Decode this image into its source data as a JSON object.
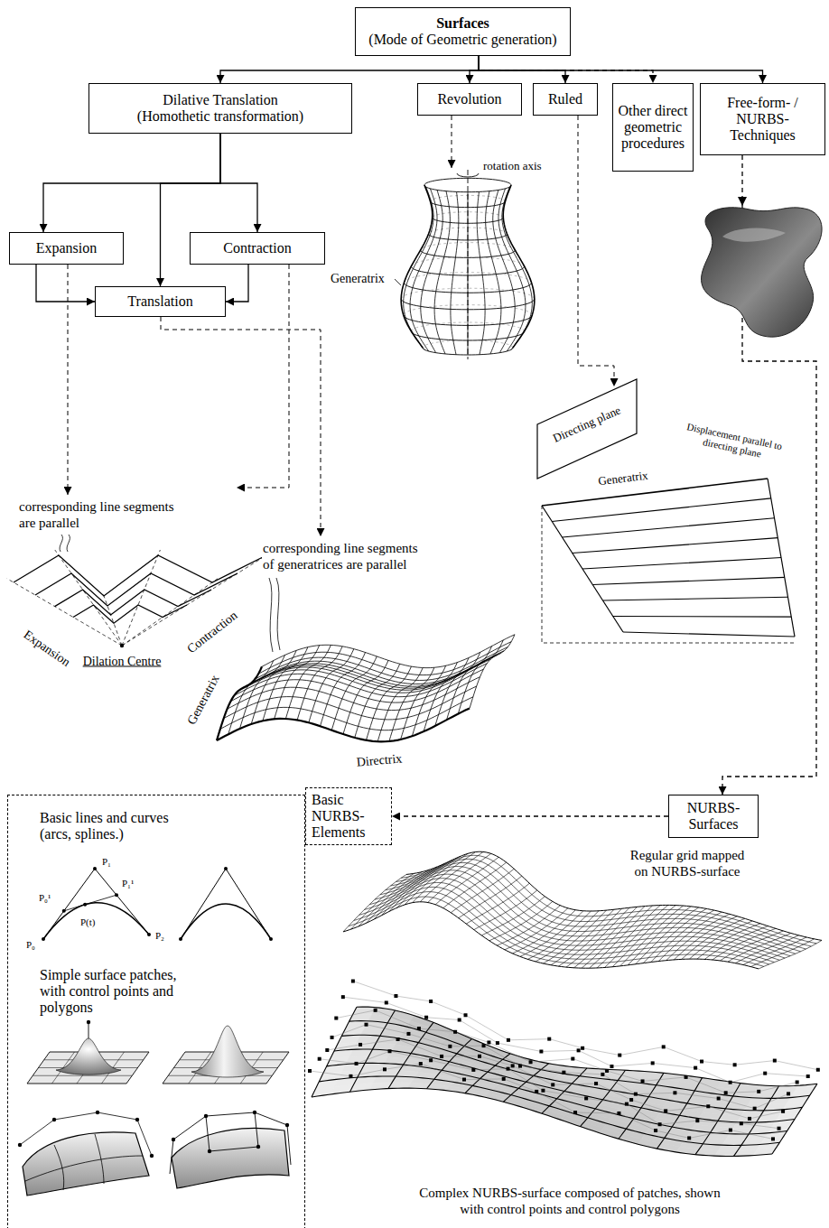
{
  "diagram": {
    "nodes": [
      {
        "text": [
          "Surfaces",
          "(Mode of Geometric generation)"
        ]
      },
      {
        "text": [
          "Dilative Translation (Homothetic transformation)"
        ]
      },
      {
        "text": [
          "Revolution"
        ]
      },
      {
        "text": [
          "Ruled"
        ]
      },
      {
        "text": [
          "Other direct geometric procedures"
        ]
      },
      {
        "text": [
          "Free-form- / NURBS- Techniques"
        ]
      },
      {
        "text": [
          "Expansion"
        ]
      },
      {
        "text": [
          "Contraction"
        ]
      },
      {
        "text": [
          "Translation"
        ]
      },
      {
        "text": [
          "NURBS- Surfaces"
        ]
      },
      {
        "text": [
          "Basic NURBS- Elements"
        ]
      },
      {
        "text": [
          "Basic lines and curves (arcs, splines.)",
          "Simple surface patches, with control points and polygons"
        ]
      }
    ],
    "edges": [
      {
        "from": 0,
        "to": 1,
        "arrow": "to"
      },
      {
        "from": 0,
        "to": 2,
        "arrow": "to"
      },
      {
        "from": 0,
        "to": 3,
        "arrow": "to"
      },
      {
        "from": 0,
        "to": 4,
        "arrow": "to"
      },
      {
        "from": 0,
        "to": 5,
        "arrow": "to"
      },
      {
        "from": 1,
        "to": 6,
        "arrow": "to"
      },
      {
        "from": 1,
        "to": 7,
        "arrow": "to"
      },
      {
        "from": 1,
        "to": 8,
        "arrow": "to"
      },
      {
        "from": 6,
        "to": 8,
        "arrow": "to"
      },
      {
        "from": 7,
        "to": 8,
        "arrow": "to"
      },
      {
        "from": 5,
        "to": 9,
        "arrow": "to"
      },
      {
        "from": 9,
        "to": 10,
        "arrow": "to"
      }
    ],
    "labels": [
      "rotation axis",
      "Generatrix",
      "corresponding line segments are parallel",
      "Expansion",
      "Contraction",
      "Dilation Centre",
      "corresponding line segments of generatrices are parallel",
      "Generatrix",
      "Directrix",
      "Directing plane",
      "Generatrix",
      "Displacement parallel to directing plane",
      "Regular grid mapped on NURBS-surface",
      "Complex NURBS-surface composed of patches, shown with control points and control polygons",
      "P₁",
      "P₁¹",
      "P(t)",
      "P₀¹",
      "P₀",
      "P₂"
    ]
  }
}
